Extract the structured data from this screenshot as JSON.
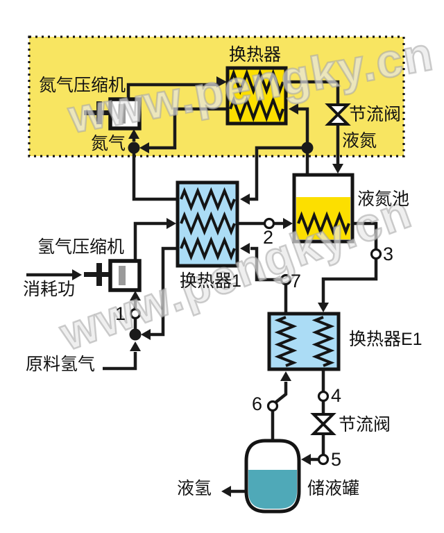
{
  "watermark": "www.pengky.cn",
  "colors": {
    "region_yellow": "#F8E561",
    "bright_yellow": "#FCDF00",
    "exchanger_blue": "#ABDCF5",
    "liquid_teal": "#4FA9B8",
    "line_black": "#1A1A1A"
  },
  "labels": {
    "n2_compressor": "氮气压缩机",
    "top_exchanger": "换热器",
    "n2_throttle_valve": "节流阀",
    "liquid_nitrogen": "液氮",
    "nitrogen_gas": "氮气",
    "nitrogen_pool": "液氮池",
    "exchanger1": "换热器1",
    "h2_compressor": "氢气压缩机",
    "work_input": "消耗功",
    "feed_hydrogen": "原料氢气",
    "exchanger_e1": "换热器E1",
    "h2_throttle_valve": "节流阀",
    "liquid_hydrogen": "液氢",
    "storage_tank": "储液罐"
  },
  "points": {
    "p1": "1",
    "p2": "2",
    "p3": "3",
    "p4": "4",
    "p5": "5",
    "p6": "6",
    "p7": "7"
  }
}
